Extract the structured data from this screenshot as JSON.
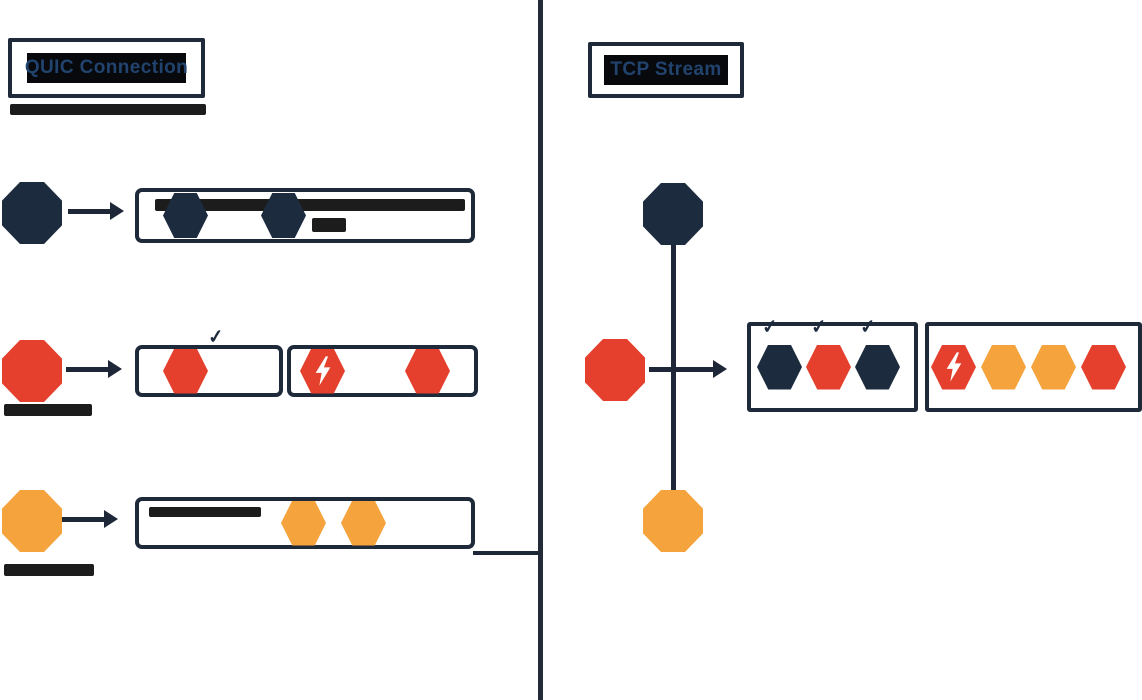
{
  "diagram": {
    "left": {
      "title": "QUIC Connection",
      "streams": [
        {
          "id": "stream-1",
          "color": "navy",
          "packets": [
            {
              "color": "navy"
            },
            {
              "color": "navy"
            }
          ]
        },
        {
          "id": "stream-2",
          "color": "red",
          "delivered": [
            {
              "color": "red",
              "check": true,
              "check_pos": "right"
            }
          ],
          "blocked": [
            {
              "color": "red",
              "bolt": true
            },
            {
              "color": "red"
            }
          ]
        },
        {
          "id": "stream-3",
          "color": "orange",
          "packets": [
            {
              "color": "orange"
            },
            {
              "color": "orange"
            }
          ]
        }
      ]
    },
    "right": {
      "title": "TCP Stream",
      "sources": [
        "navy",
        "red",
        "orange"
      ],
      "delivered": [
        {
          "color": "navy",
          "check": true
        },
        {
          "color": "red",
          "check": true
        },
        {
          "color": "navy",
          "check": true
        }
      ],
      "blocked": [
        {
          "color": "red",
          "bolt": true
        },
        {
          "color": "orange"
        },
        {
          "color": "orange"
        },
        {
          "color": "red"
        }
      ]
    }
  },
  "icons": {
    "checkmark": "✓",
    "lightning_bolt": "lightning-bolt-icon"
  },
  "colors": {
    "navy": "#1d2b3f",
    "red": "#e5402d",
    "orange": "#f5a33c",
    "box_border": "#1e2a3a",
    "line": "#1d2737",
    "divider": "#232a38",
    "title_text": "#21436e",
    "title_bar_bg": "#07090c",
    "bolt_fill": "#ffffff",
    "background": "#ffffff"
  }
}
